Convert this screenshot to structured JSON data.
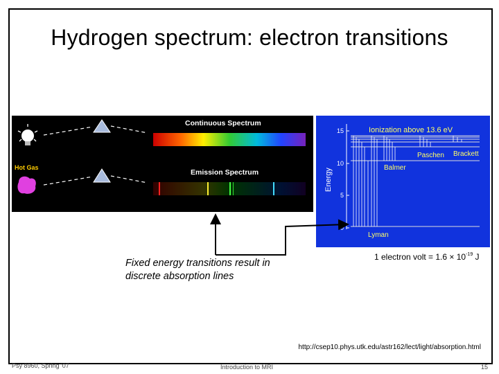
{
  "slide": {
    "title": "Hydrogen spectrum: electron transitions",
    "caption": "Fixed energy transitions result in discrete absorption lines",
    "conversion_text": "1 electron volt = 1.6 × 10",
    "conversion_exponent": "-19",
    "conversion_unit": " J",
    "source_url": "http://csep10.phys.utk.edu/astr162/lect/light/absorption.html"
  },
  "spectra_image": {
    "continuous_label": "Continuous Spectrum",
    "emission_label": "Emission Spectrum",
    "hot_gas_label": "Hot Gas"
  },
  "energy_diagram": {
    "ionization_label": "Ionization above 13.6 eV",
    "axis_label": "Energy",
    "ticks": [
      "15",
      "10",
      "5",
      "0"
    ],
    "series_labels": [
      "Lyman",
      "Balmer",
      "Paschen",
      "Brackett"
    ]
  },
  "footer": {
    "course": "Psy 8960, Spring '07",
    "lecture": "Introduction to MRI",
    "page": "15"
  },
  "colors": {
    "diagram_background": "#1133dd",
    "diagram_label": "#ffff66",
    "hot_gas_label": "#ffcc00",
    "hot_gas_blob": "#e040e0"
  }
}
